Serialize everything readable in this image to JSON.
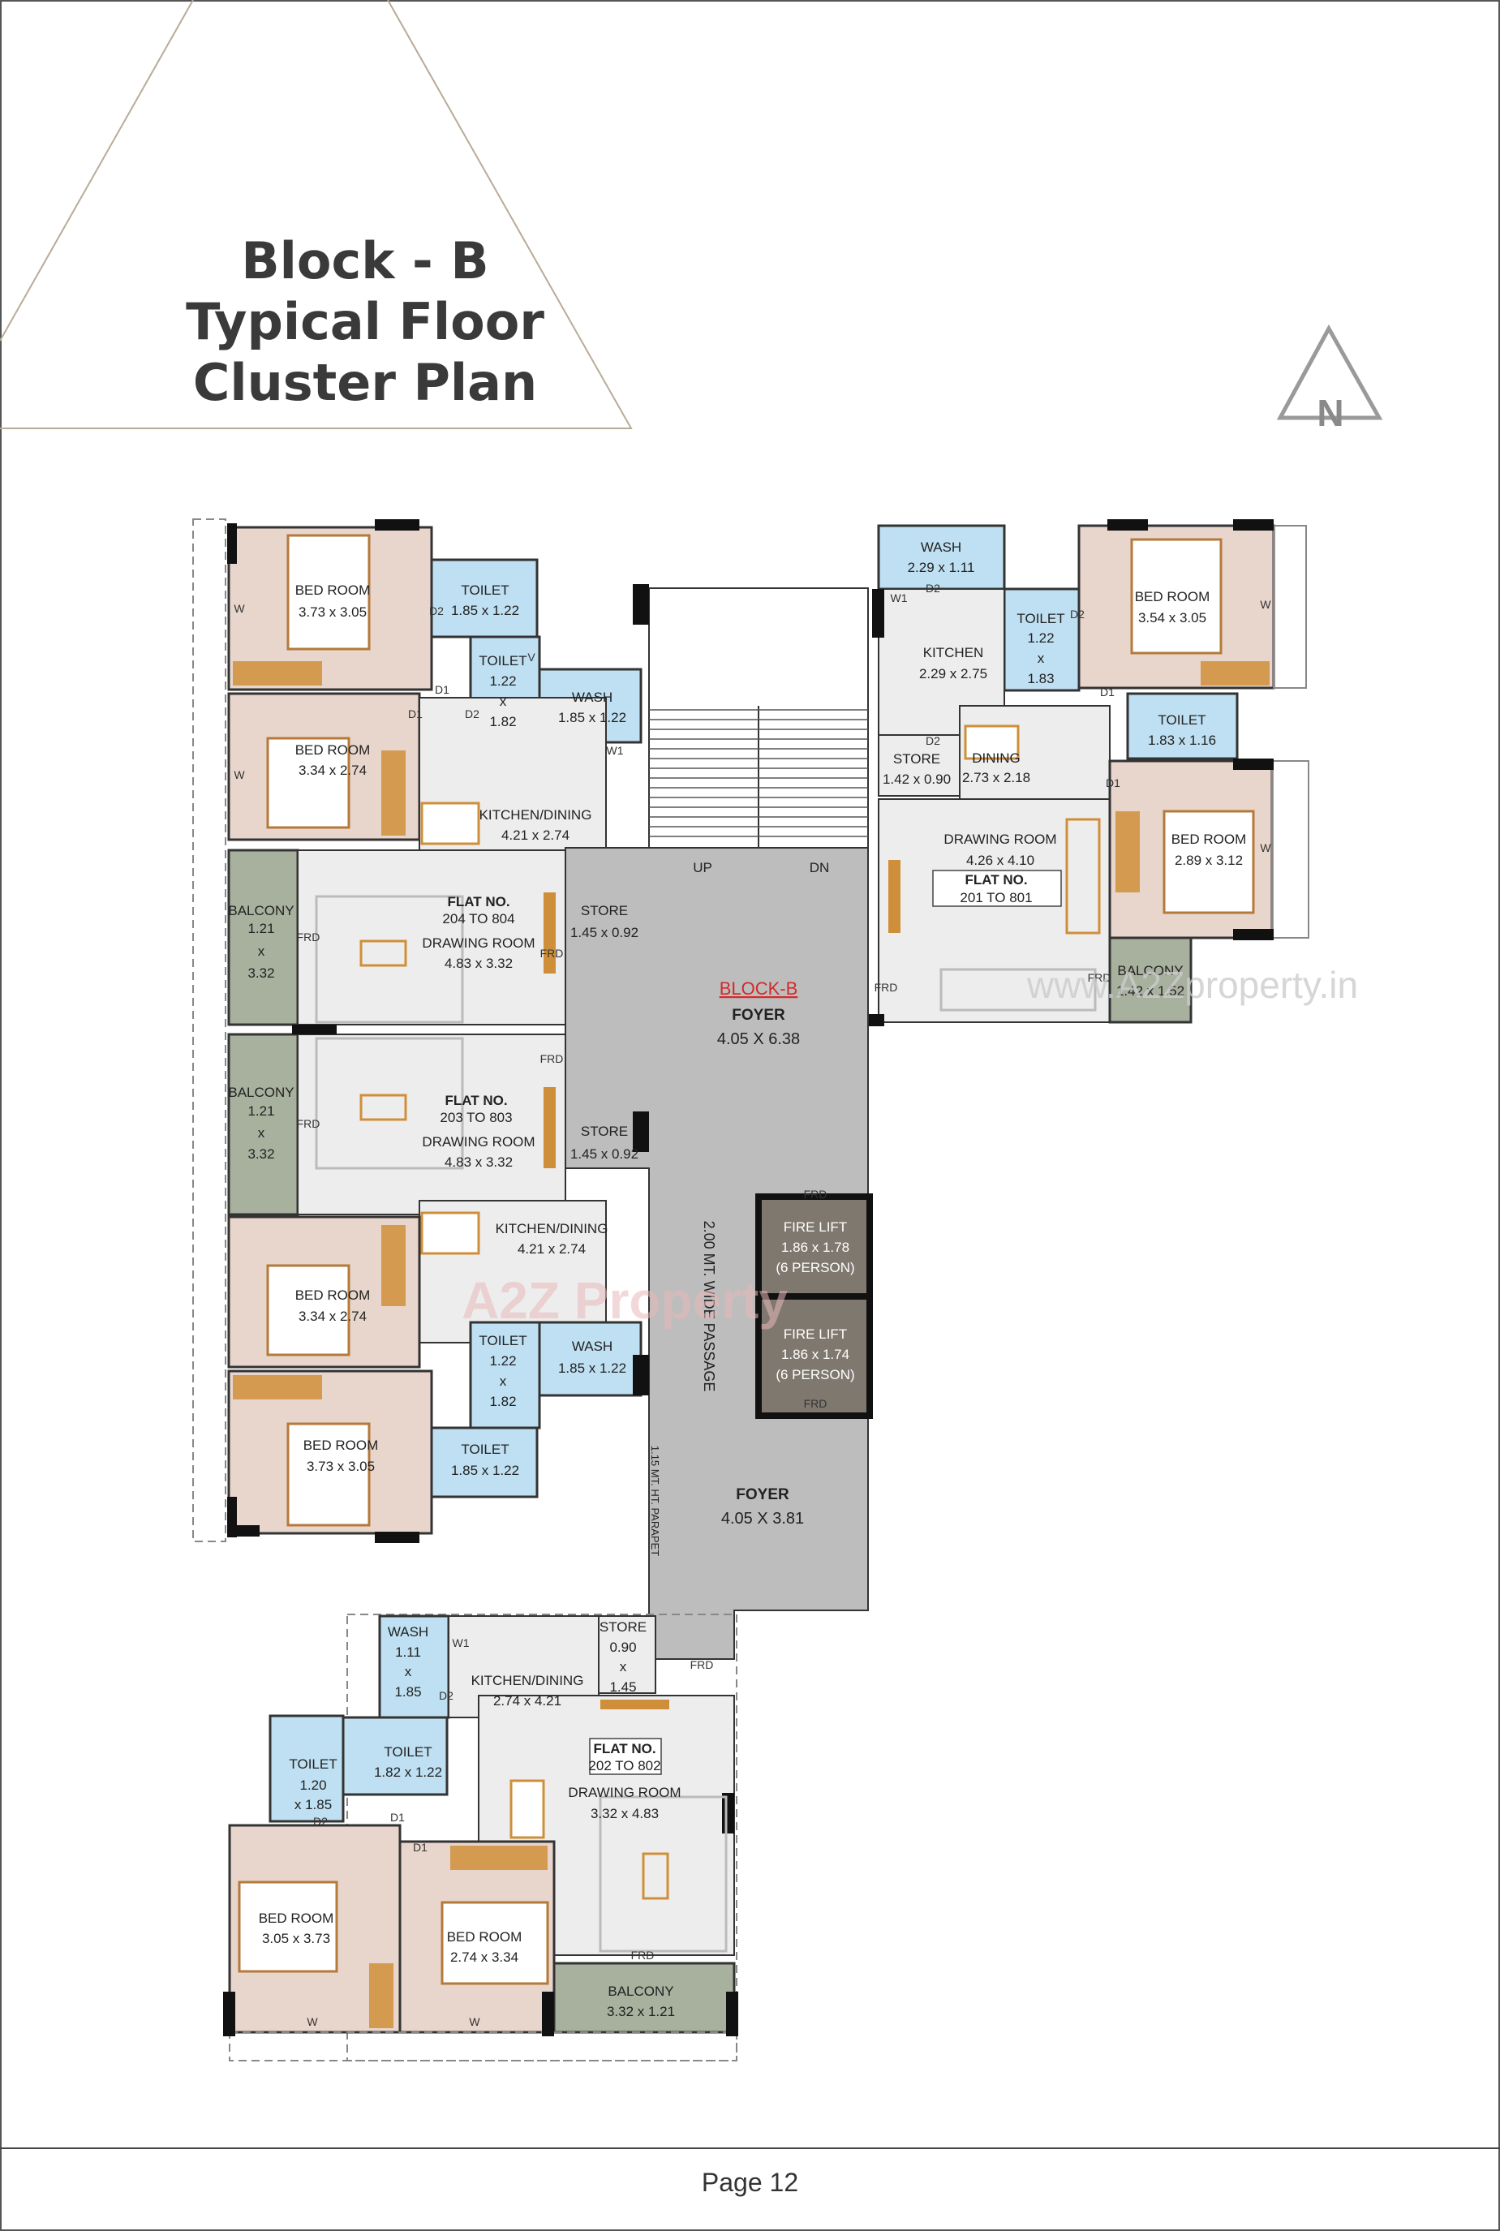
{
  "header": {
    "title_line1": "Block - B",
    "title_line2": "Typical Floor",
    "title_line3": "Cluster Plan",
    "north_label": "N"
  },
  "colors": {
    "bedroom": "#e8d6cc",
    "wet": "#bfe0f2",
    "balcony": "#a8b09e",
    "living": "#ededed",
    "core": "#bdbdbd",
    "wall": "#111111",
    "wood": "#cf8f3a",
    "accent": "#d42a2a"
  },
  "flat_804": {
    "bed1_name": "BED ROOM",
    "bed1_dim": "3.73 x 3.05",
    "toilet1_name": "TOILET",
    "toilet1_dim": "1.85 x 1.22",
    "toilet2_name": "TOILET",
    "toilet2_a": "1.22",
    "toilet2_x": "x",
    "toilet2_b": "1.82",
    "wash_name": "WASH",
    "wash_dim": "1.85 x 1.22",
    "bed2_name": "BED ROOM",
    "bed2_dim": "3.34 x 2.74",
    "kitchen_name": "KITCHEN/DINING",
    "kitchen_dim": "4.21 x 2.74",
    "balcony_name": "BALCONY",
    "balcony_a": "1.21",
    "balcony_x": "x",
    "balcony_b": "3.32",
    "flat_label": "FLAT NO.",
    "flat_range": "204 TO 804",
    "drawing_name": "DRAWING ROOM",
    "drawing_dim": "4.83 x 3.32",
    "store_name": "STORE",
    "store_dim": "1.45 x 0.92"
  },
  "flat_803": {
    "balcony_name": "BALCONY",
    "balcony_a": "1.21",
    "balcony_x": "x",
    "balcony_b": "3.32",
    "flat_label": "FLAT NO.",
    "flat_range": "203 TO 803",
    "drawing_name": "DRAWING ROOM",
    "drawing_dim": "4.83 x 3.32",
    "store_name": "STORE",
    "store_dim": "1.45 x 0.92",
    "kitchen_name": "KITCHEN/DINING",
    "kitchen_dim": "4.21 x 2.74",
    "bed2_name": "BED ROOM",
    "bed2_dim": "3.34 x 2.74",
    "toilet2_name": "TOILET",
    "toilet2_a": "1.22",
    "toilet2_x": "x",
    "toilet2_b": "1.82",
    "wash_name": "WASH",
    "wash_dim": "1.85 x 1.22",
    "bed1_name": "BED ROOM",
    "bed1_dim": "3.73 x 3.05",
    "toilet1_name": "TOILET",
    "toilet1_dim": "1.85 x 1.22"
  },
  "flat_801": {
    "wash_name": "WASH",
    "wash_dim": "2.29 x 1.11",
    "toilet1_name": "TOILET",
    "toilet1_a": "1.22",
    "toilet1_x": "x",
    "toilet1_b": "1.83",
    "bed1_name": "BED ROOM",
    "bed1_dim": "3.54 x 3.05",
    "kitchen_name": "KITCHEN",
    "kitchen_dim": "2.29 x 2.75",
    "toilet2_name": "TOILET",
    "toilet2_dim": "1.83 x 1.16",
    "store_name": "STORE",
    "store_dim": "1.42 x 0.90",
    "dining_name": "DINING",
    "dining_dim": "2.73 x 2.18",
    "drawing_name": "DRAWING ROOM",
    "drawing_dim": "4.26 x 4.10",
    "flat_label": "FLAT NO.",
    "flat_range": "201 TO 801",
    "bed2_name": "BED ROOM",
    "bed2_dim": "2.89 x 3.12",
    "balcony_name": "BALCONY",
    "balcony_dim": "1.42 x 1.52"
  },
  "core": {
    "up": "UP",
    "dn": "DN",
    "block_label": "BLOCK-B",
    "foyer1_name": "FOYER",
    "foyer1_dim": "4.05 X 6.38",
    "lift1_name": "FIRE LIFT",
    "lift1_dim": "1.86 x 1.78",
    "lift1_cap": "(6 PERSON)",
    "lift2_name": "FIRE LIFT",
    "lift2_dim": "1.86 x 1.74",
    "lift2_cap": "(6 PERSON)",
    "passage": "2.00 MT. WIDE PASSAGE",
    "parapet": "1.15 MT. HT. PARAPET",
    "foyer2_name": "FOYER",
    "foyer2_dim": "4.05 X 3.81"
  },
  "flat_802": {
    "wash_name": "WASH",
    "wash_a": "1.11",
    "wash_x": "x",
    "wash_b": "1.85",
    "kitchen_name": "KITCHEN/DINING",
    "kitchen_dim": "2.74 x 4.21",
    "store_name": "STORE",
    "store_a": "0.90",
    "store_x": "x",
    "store_b": "1.45",
    "toilet1_name": "TOILET",
    "toilet1_a": "1.20",
    "toilet1_b": "x 1.85",
    "toilet2_name": "TOILET",
    "toilet2_dim": "1.82 x 1.22",
    "flat_label": "FLAT NO.",
    "flat_range": "202 TO 802",
    "drawing_name": "DRAWING ROOM",
    "drawing_dim": "3.32 x 4.83",
    "bed1_name": "BED ROOM",
    "bed1_dim": "3.05 x 3.73",
    "bed2_name": "BED ROOM",
    "bed2_dim": "2.74 x 3.34",
    "balcony_name": "BALCONY",
    "balcony_dim": "3.32 x 1.21"
  },
  "door_marks": {
    "d1": "D1",
    "d2": "D2",
    "w": "W",
    "w1": "W1",
    "v": "V",
    "frd": "FRD"
  },
  "watermarks": {
    "url": "www.A2Zproperty.in",
    "brand": "A2Z Property"
  },
  "footer": {
    "page_label": "Page 12"
  }
}
